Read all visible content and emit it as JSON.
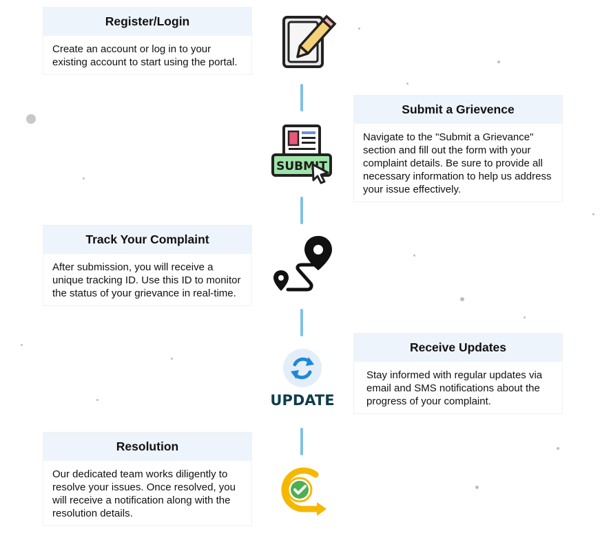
{
  "steps": [
    {
      "title": "Register/Login",
      "text": "Create an account or log in to your existing account to start using the portal.",
      "icon": "edit-pencil-icon"
    },
    {
      "title": "Submit a Grievence",
      "text": "Navigate to the \"Submit a Grievance\" section and fill  out the form with your complaint details. Be sure to provide all necessary  information to help us address your issue effectively.",
      "icon": "submit-form-icon",
      "icon_label": "SUBMIT"
    },
    {
      "title": "Track Your Complaint",
      "text": "After submission, you will receive a unique tracking ID. Use this ID to monitor the status of your grievance in real-time.",
      "icon": "location-route-icon"
    },
    {
      "title": "Receive Updates",
      "text": "Stay informed with regular updates via email and SMS notifications about the progress of your complaint.",
      "icon": "update-refresh-icon",
      "icon_label": "UPDATE"
    },
    {
      "title": "Resolution",
      "text": "Our dedicated team works diligently to resolve your issues. Once resolved, you will receive a notification along with the resolution details.",
      "icon": "check-cycle-icon"
    }
  ],
  "colors": {
    "timeline": "#7fc1e6",
    "card_header": "#eef4fb",
    "update_label": "#0f3d4c",
    "submit_green": "#9fe3a8",
    "resolution_yellow": "#f5b800"
  }
}
